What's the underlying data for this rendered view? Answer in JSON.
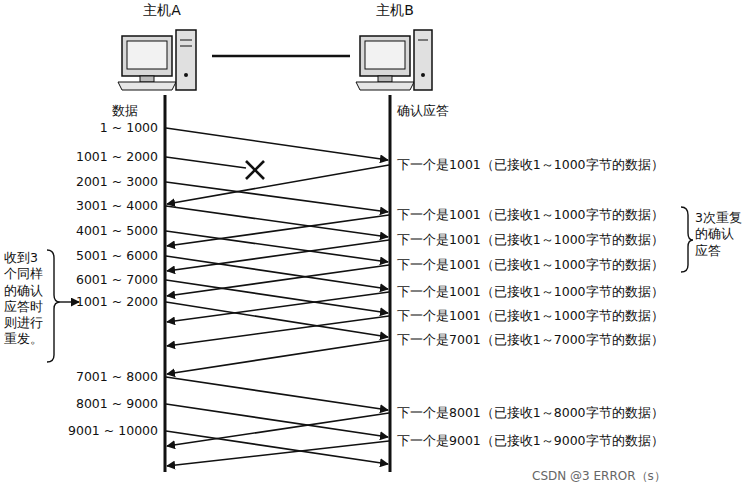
{
  "diagram": {
    "nodes": [
      {
        "text": [
          "主机A"
        ]
      },
      {
        "text": [
          "主机B"
        ]
      }
    ],
    "edges": [
      {
        "from": 0,
        "to": 1,
        "arrow": "none"
      }
    ],
    "labels": [
      "数据",
      "确认应答",
      "1 ~ 1000",
      "1001 ~ 2000",
      "2001 ~ 3000",
      "3001 ~ 4000",
      "4001 ~ 5000",
      "5001 ~ 6000",
      "6001 ~ 7000",
      "1001 ~ 2000",
      "7001 ~ 8000",
      "8001 ~ 9000",
      "9001 ~ 10000",
      "下一个是1001（已接收1～1000字节的数据）",
      "下一个是1001（已接收1～1000字节的数据）",
      "下一个是1001（已接收1～1000字节的数据）",
      "下一个是1001（已接收1～1000字节的数据）",
      "下一个是1001（已接收1～1000字节的数据）",
      "下一个是1001（已接收1～1000字节的数据）",
      "下一个是7001（已接收1～7000字节的数据）",
      "下一个是8001（已接收1～8000字节的数据）",
      "下一个是9001（已接收1～9000字节的数据）",
      "3次重复的确认应答",
      "收到3个同样的确认应答时则进行重发。",
      "CSDN @3 ERROR（s）"
    ]
  }
}
